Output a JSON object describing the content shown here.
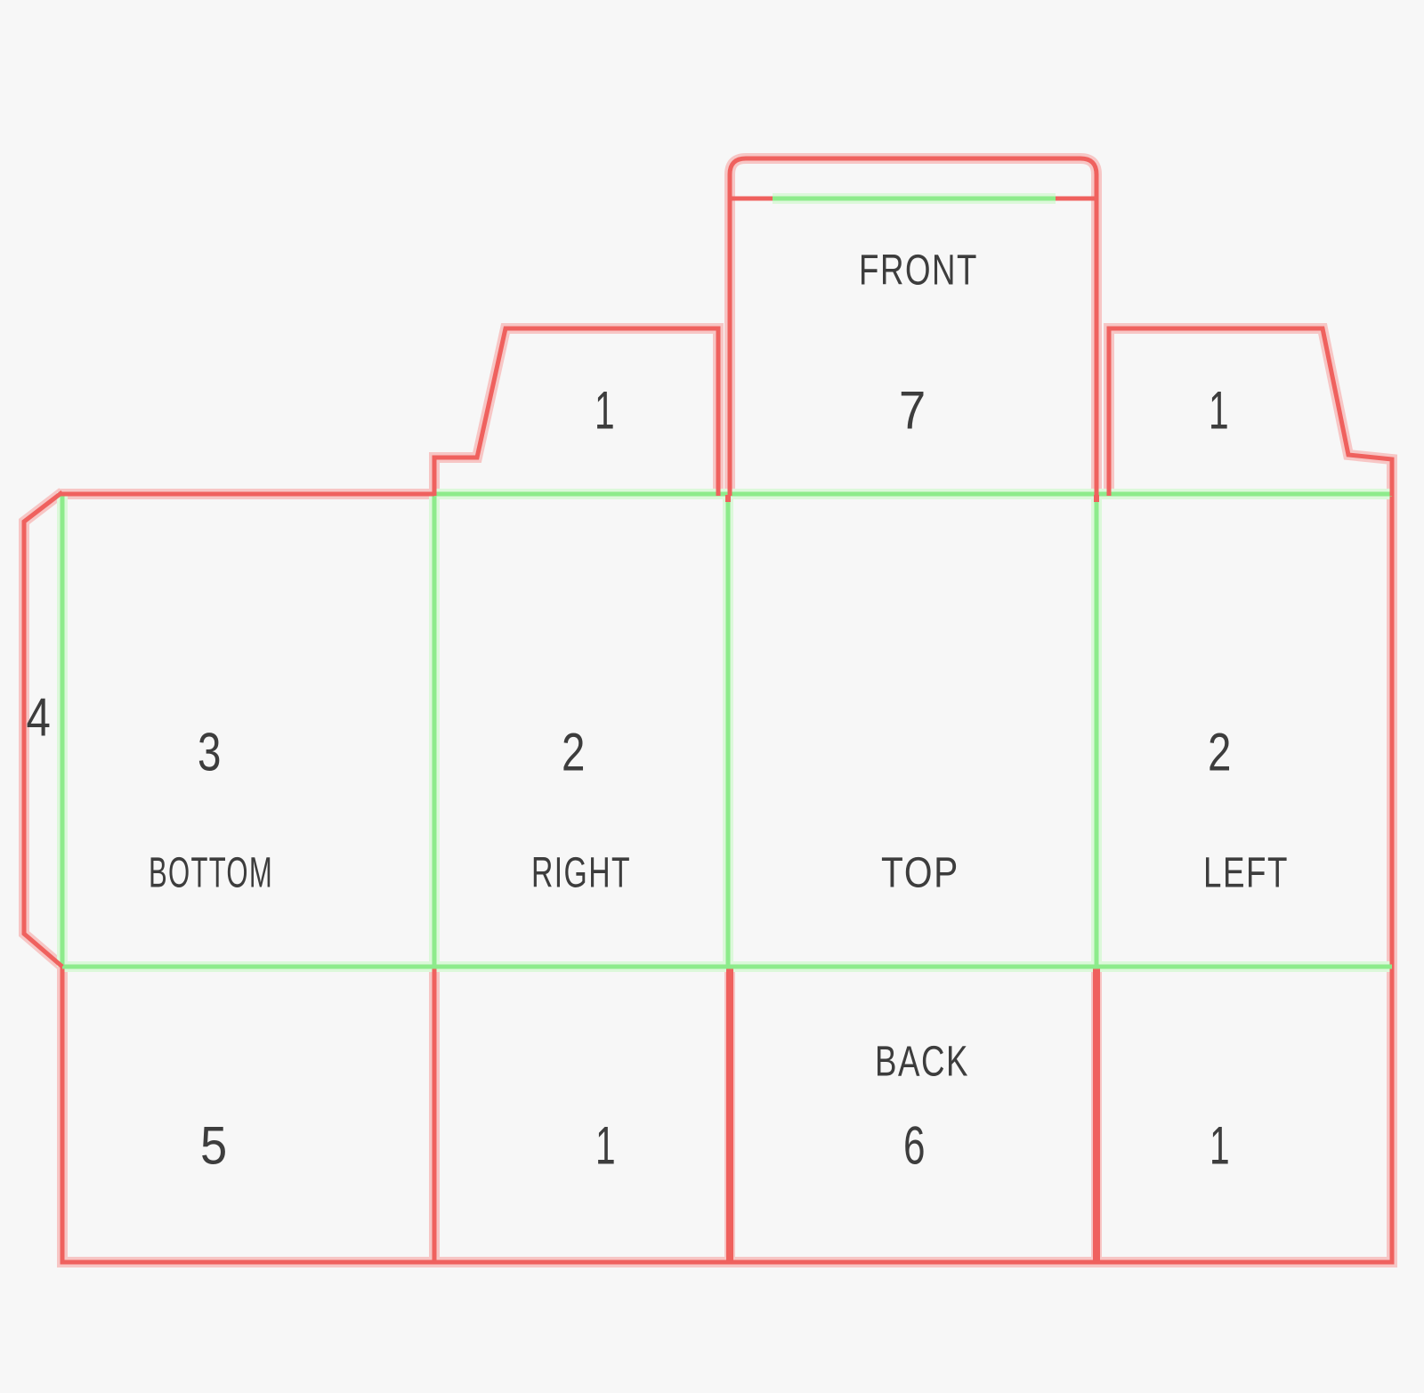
{
  "colors": {
    "background": "#f7f7f7",
    "cut": "#ef615e",
    "cut_halo": "#f7c6c5",
    "fold": "#8deb8b",
    "fold_halo": "#dcf8da",
    "text": "#3d3d3d"
  },
  "panels": {
    "front": {
      "label": "FRONT",
      "number": "7"
    },
    "right_top_flap": {
      "number": "1"
    },
    "left_top_flap": {
      "number": "1"
    },
    "side_glue_flap": {
      "number": "4"
    },
    "bottom": {
      "label": "BOTTOM",
      "number": "3"
    },
    "right": {
      "label": "RIGHT",
      "number": "2"
    },
    "top": {
      "label": "TOP"
    },
    "left": {
      "label": "LEFT",
      "number": "2"
    },
    "bottom_lower_flap": {
      "number": "5"
    },
    "right_lower_flap": {
      "number": "1"
    },
    "back": {
      "label": "BACK",
      "number": "6"
    },
    "left_lower_flap": {
      "number": "1"
    }
  }
}
